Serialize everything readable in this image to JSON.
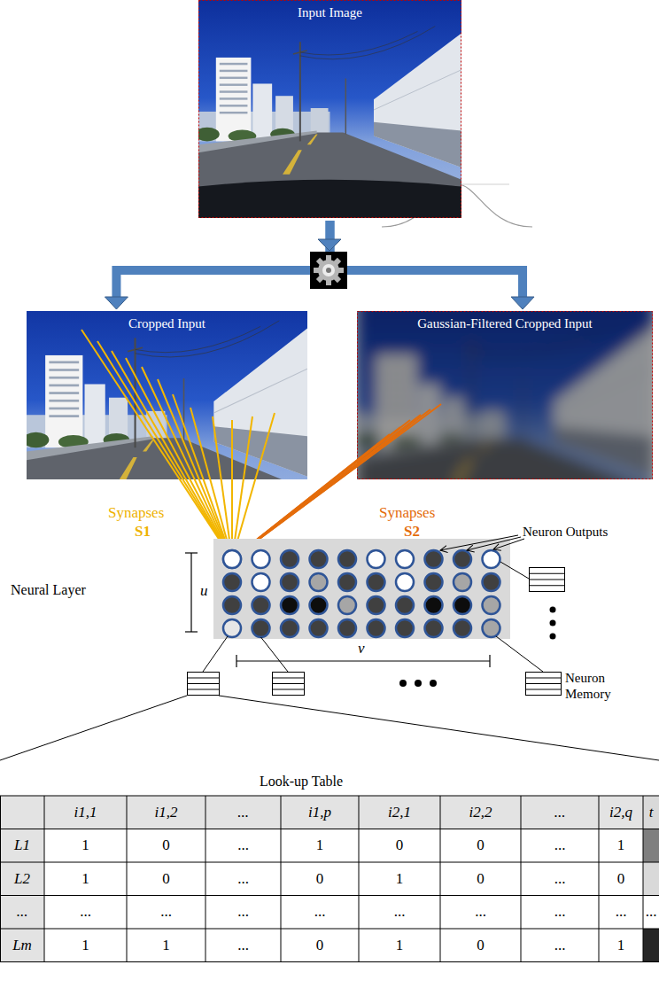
{
  "diagram": {
    "nodes": [
      {
        "text": [
          "Input Image"
        ]
      },
      {
        "text": [
          "Cropped Input"
        ]
      },
      {
        "text": [
          "Gaussian-Filtered Cropped Input"
        ]
      }
    ],
    "edges": [
      {
        "from": 0,
        "to": 1,
        "arrow": "to"
      },
      {
        "from": 0,
        "to": 2,
        "arrow": "to"
      }
    ],
    "labels": [
      "Synapses",
      "S1",
      "Synapses",
      "S2",
      "Neuron Outputs",
      "Neural Layer",
      "u",
      "v",
      "Neuron Memory",
      "Look-up Table",
      "i1,1",
      "i1,2",
      "...",
      "i1,p",
      "i2,1",
      "i2,2",
      "...",
      "i2,q",
      "t",
      "L1",
      "1",
      "0",
      "...",
      "1",
      "0",
      "0",
      "...",
      "1",
      "L2",
      "1",
      "0",
      "...",
      "0",
      "1",
      "0",
      "...",
      "0",
      "...",
      "...",
      "...",
      "...",
      "...",
      "...",
      "...",
      "...",
      "...",
      "...",
      "Lm",
      "1",
      "1",
      "...",
      "0",
      "1",
      "0",
      "...",
      "1"
    ]
  }
}
